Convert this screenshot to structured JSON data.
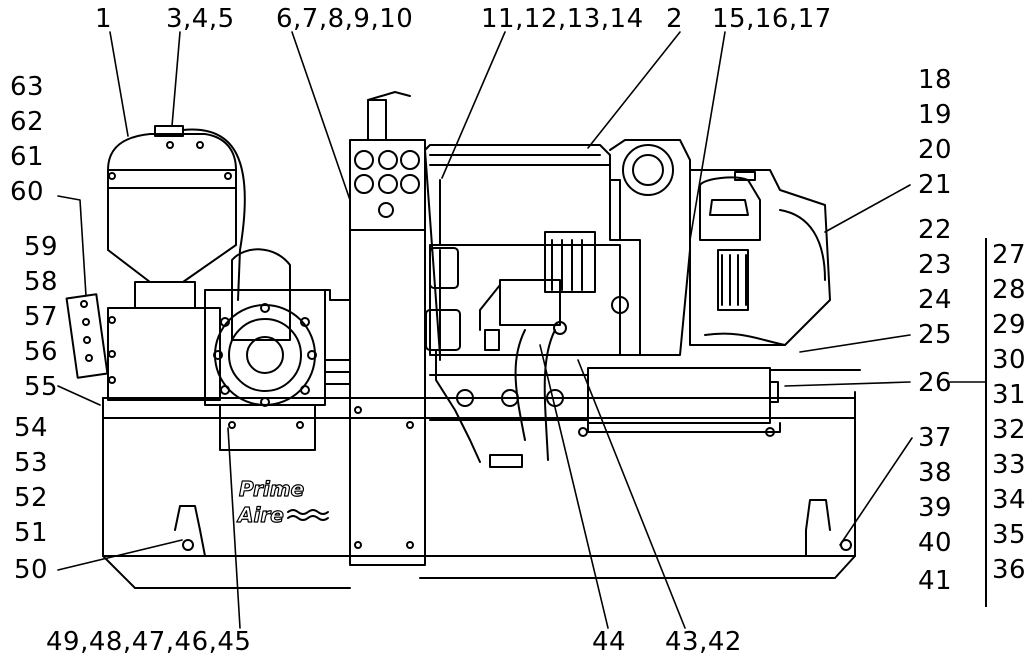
{
  "callouts_top": [
    "1",
    "3,4,5",
    "6,7,8,9,10",
    "11,12,13,14",
    "2",
    "15,16,17"
  ],
  "callouts_left": [
    "63",
    "62",
    "61",
    "60",
    "59",
    "58",
    "57",
    "56",
    "55",
    "54",
    "53",
    "52",
    "51",
    "50"
  ],
  "callouts_right": [
    "18",
    "19",
    "20",
    "21",
    "22",
    "23",
    "24",
    "25",
    "26",
    "37",
    "38",
    "39",
    "40",
    "41"
  ],
  "callouts_bracket": [
    "27",
    "28",
    "29",
    "30",
    "31",
    "32",
    "33",
    "34",
    "35",
    "36"
  ],
  "callouts_bottom": [
    "49,48,47,46,45",
    "44",
    "43,42"
  ],
  "brand_logo": [
    "Prime",
    "Aire"
  ]
}
